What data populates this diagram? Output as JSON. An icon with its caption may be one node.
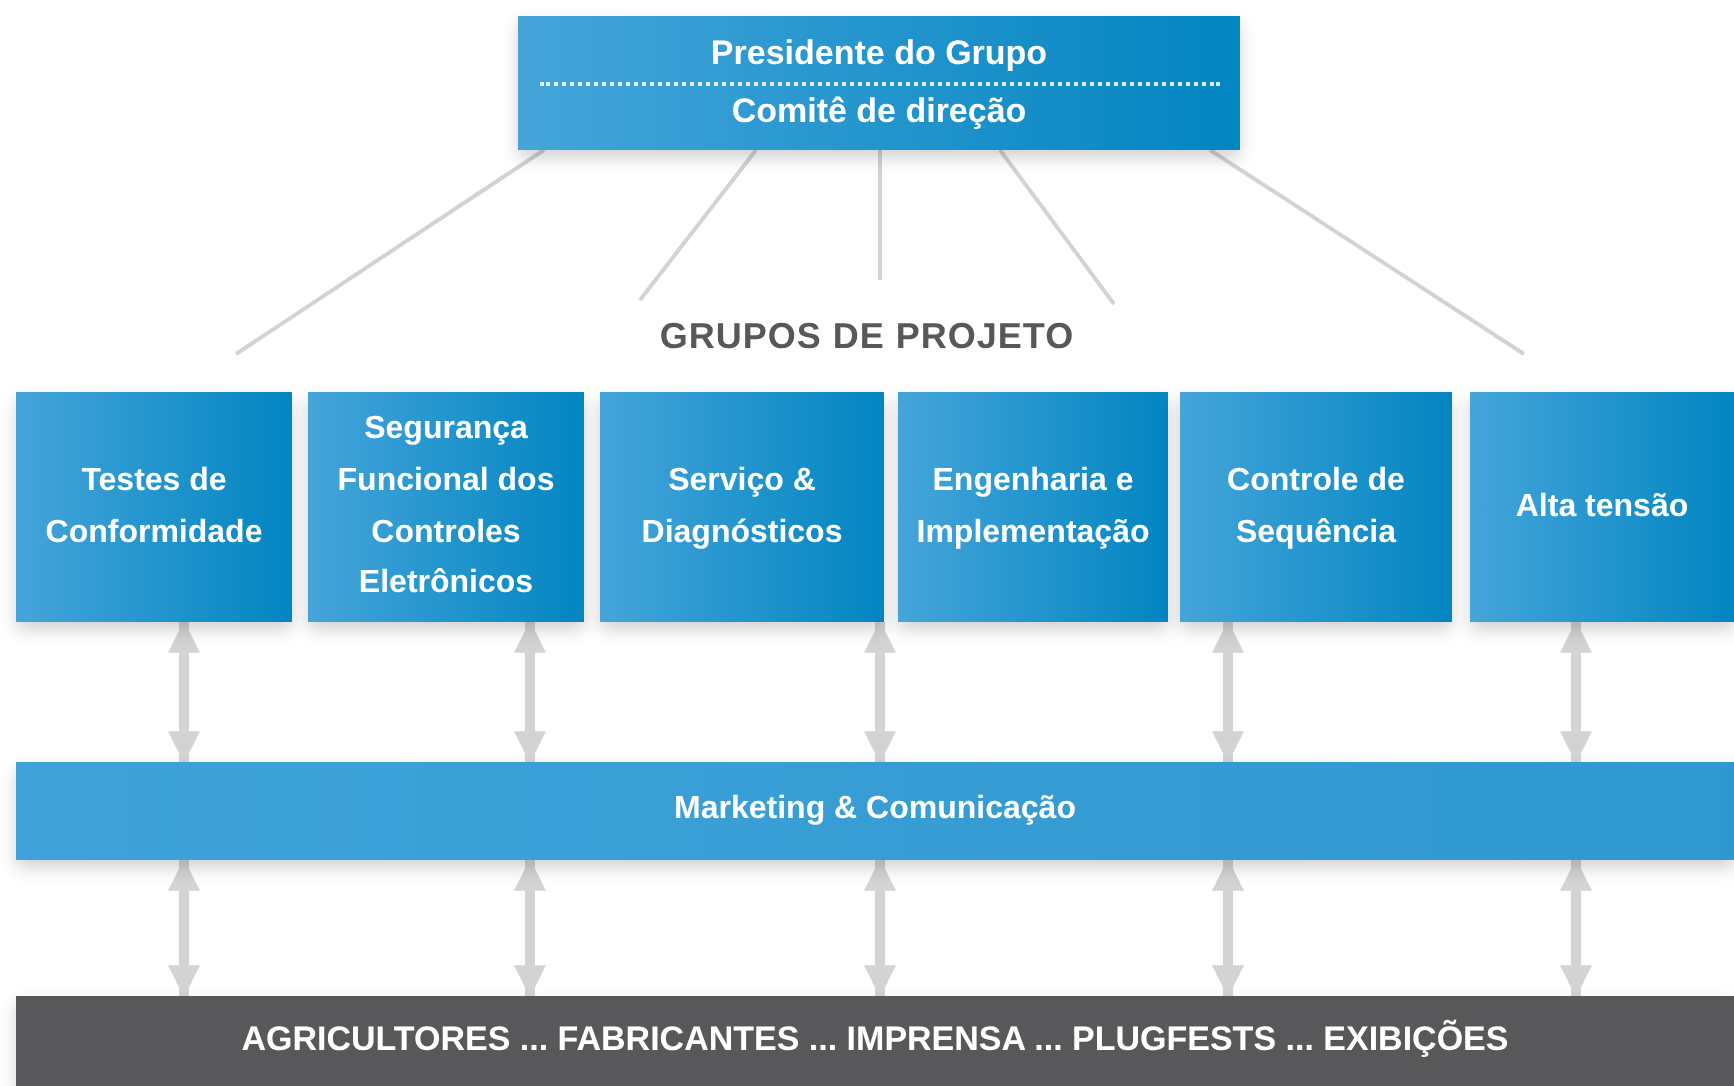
{
  "diagram": {
    "nodes": [
      {
        "text": [
          "Presidente do Grupo",
          "Comitê de direção"
        ]
      },
      {
        "text": [
          "Testes de Conformidade"
        ]
      },
      {
        "text": [
          "Segurança Funcional dos Controles Eletrônicos"
        ]
      },
      {
        "text": [
          "Serviço & Diagnósticos"
        ]
      },
      {
        "text": [
          "Engenharia e Implementação"
        ]
      },
      {
        "text": [
          "Controle de Sequência"
        ]
      },
      {
        "text": [
          "Alta tensão"
        ]
      },
      {
        "text": [
          "Marketing & Comunicação"
        ]
      },
      {
        "text": [
          "AGRICULTORES ... FABRICANTES ... IMPRENSA ... PLUGFESTS ... EXIBIÇÕES"
        ]
      }
    ],
    "edges": [
      {
        "from": 0,
        "to": null,
        "arrow": "none"
      },
      {
        "from": 0,
        "to": null,
        "arrow": "none"
      },
      {
        "from": 0,
        "to": null,
        "arrow": "none"
      },
      {
        "from": 0,
        "to": null,
        "arrow": "none"
      },
      {
        "from": 0,
        "to": null,
        "arrow": "none"
      },
      {
        "from": 1,
        "to": 7,
        "arrow": "both"
      },
      {
        "from": 2,
        "to": 7,
        "arrow": "both"
      },
      {
        "from": 3,
        "to": 7,
        "arrow": "both"
      },
      {
        "from": 5,
        "to": 7,
        "arrow": "both"
      },
      {
        "from": 6,
        "to": 7,
        "arrow": "both"
      },
      {
        "from": 7,
        "to": 8,
        "arrow": "both"
      },
      {
        "from": 7,
        "to": 8,
        "arrow": "both"
      },
      {
        "from": 7,
        "to": 8,
        "arrow": "both"
      },
      {
        "from": 7,
        "to": 8,
        "arrow": "both"
      },
      {
        "from": 7,
        "to": 8,
        "arrow": "both"
      }
    ],
    "labels": [
      "GRUPOS DE PROJETO"
    ]
  }
}
